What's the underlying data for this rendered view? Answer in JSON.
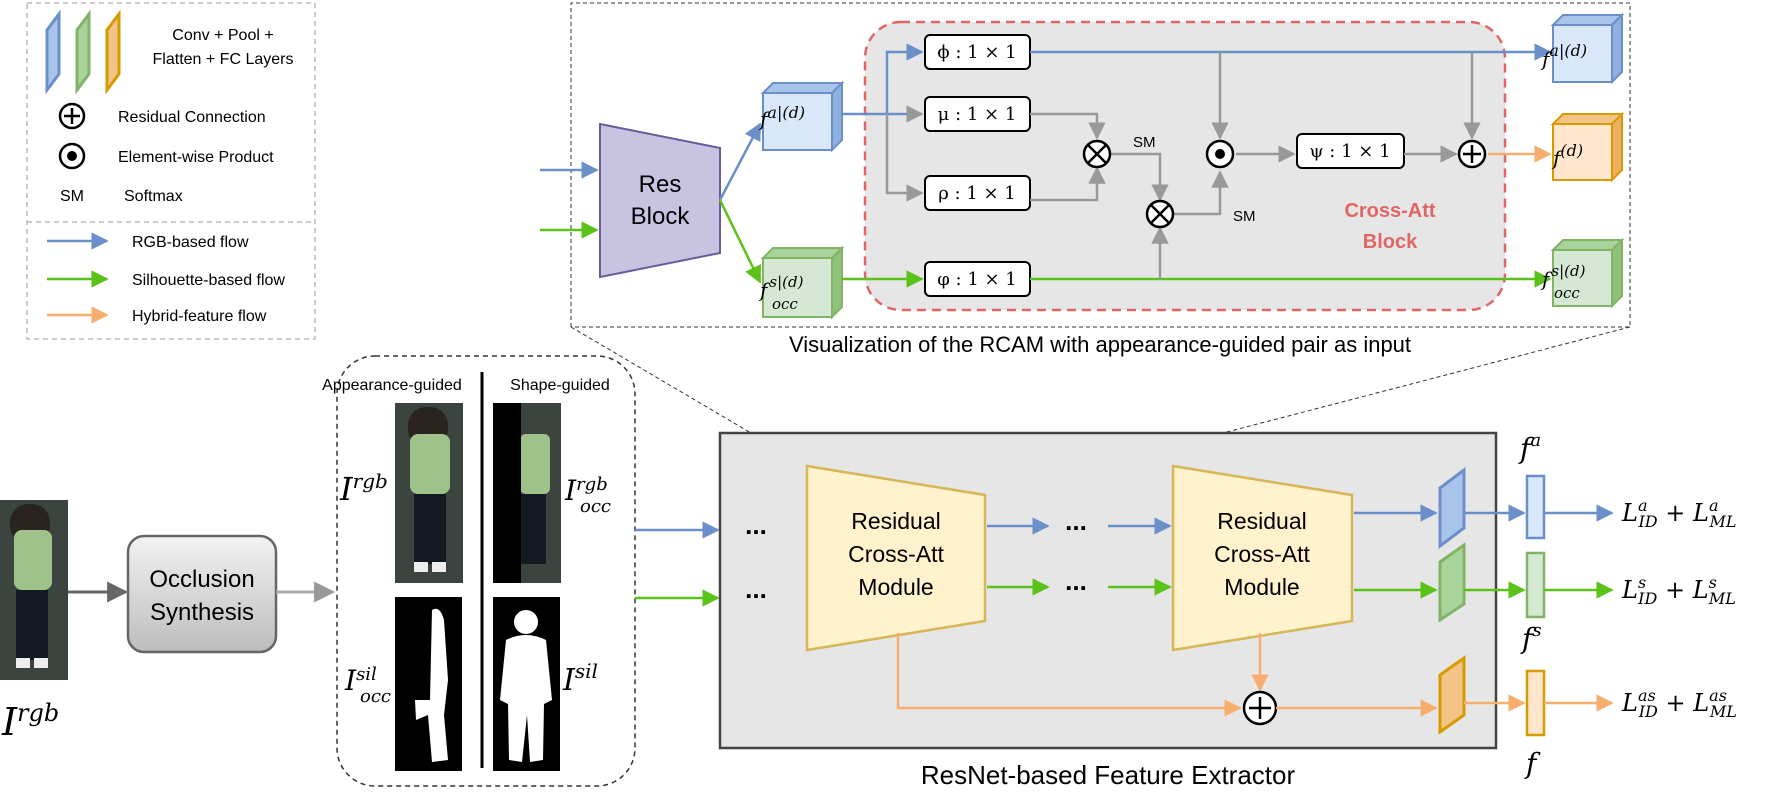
{
  "legend": {
    "conv_layers": "Conv + Pool + Flatten + FC Layers",
    "residual_connection": "Residual Connection",
    "element_wise_product": "Element-wise Product",
    "sm_abbrev": "SM",
    "softmax": "Softmax",
    "rgb_flow": "RGB-based flow",
    "silhouette_flow": "Silhouette-based flow",
    "hybrid_flow": "Hybrid-feature flow"
  },
  "colors": {
    "rgb": "#6b8fc8",
    "silhouette": "#5bc219",
    "hybrid": "#f6ae6f",
    "conv_blue": "#a9c4eb",
    "conv_green": "#a8d39a",
    "conv_orange": "#f3c487",
    "module_fill": "#fff2cc",
    "module_stroke": "#d6b656",
    "resblock_fill": "#c9c3e2",
    "crossatt_red": "#e06666",
    "panel_gray": "#e6e6e6"
  },
  "rcam": {
    "res_block": "Res Block",
    "caption": "Visualization of the RCAM with appearance-guided pair as input",
    "cross_att_block": "Cross-Att Block",
    "phi": "ϕ : 1 × 1",
    "mu": "μ : 1 × 1",
    "rho": "ρ : 1 × 1",
    "varphi": "φ : 1 × 1",
    "psi": "ψ : 1 × 1",
    "sm1": "SM",
    "sm2": "SM",
    "f_in_rgb": "f a|(d)",
    "f_in_sil": "f s|(d) occ",
    "f_out_rgb": "f a|(d)",
    "f_out_hybrid": "f (d)",
    "f_out_sil": "f s|(d) occ"
  },
  "synthesis": {
    "input_label": "I rgb",
    "occlusion_box": "Occlusion Synthesis",
    "appearance_guided": "Appearance-guided",
    "shape_guided": "Shape-guided",
    "i_rgb": "I rgb",
    "i_rgb_occ": "I rgb occ",
    "i_sil_occ": "I sil occ",
    "i_sil": "I sil"
  },
  "extractor": {
    "title": "ResNet-based Feature Extractor",
    "module1": "Residual Cross-Att Module",
    "module2": "Residual Cross-Att Module",
    "ellipsis": "...",
    "f_a": "f a",
    "f_s": "f s",
    "f": "f",
    "loss_a": "L a ID + L a ML",
    "loss_s": "L s ID + L s ML",
    "loss_as": "L as ID + L as ML"
  }
}
